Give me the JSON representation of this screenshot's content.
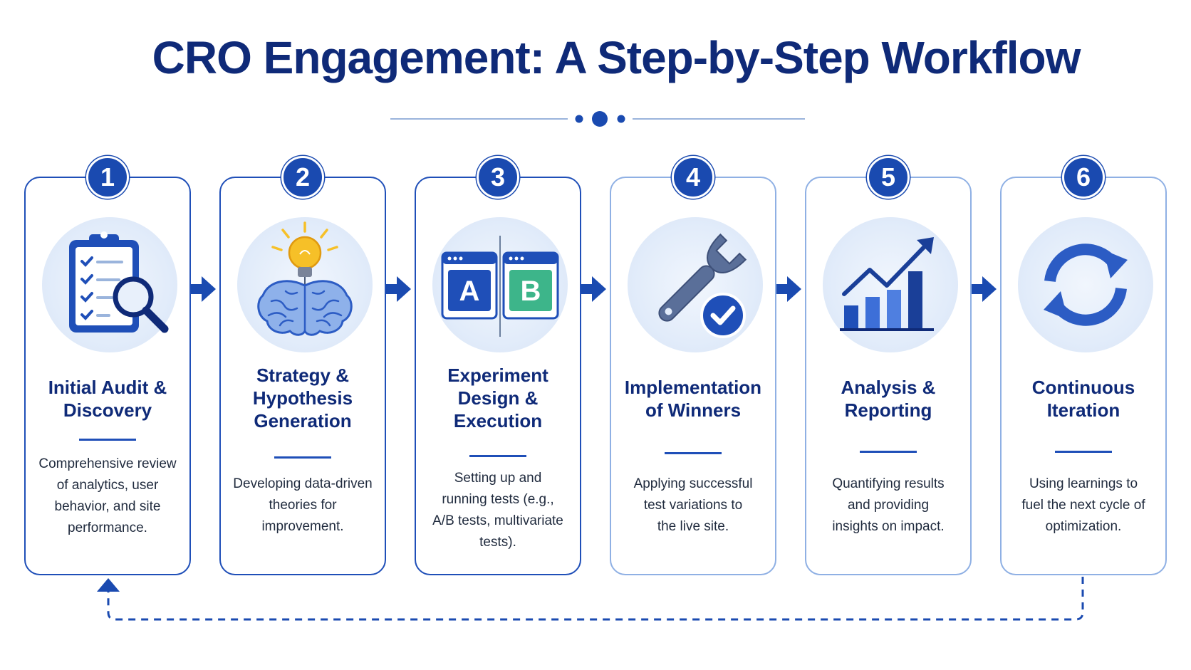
{
  "title": "CRO Engagement: A Step-by-Step Workflow",
  "steps": [
    {
      "number": "1",
      "title_lines": [
        "Initial Audit &",
        "Discovery"
      ],
      "desc_lines": [
        "Comprehensive review",
        "of analytics, user",
        "behavior, and site",
        "performance."
      ],
      "icon": "clipboard-magnifier-icon"
    },
    {
      "number": "2",
      "title_lines": [
        "Strategy &",
        "Hypothesis",
        "Generation"
      ],
      "desc_lines": [
        "Developing data-driven",
        "theories for",
        "improvement."
      ],
      "icon": "lightbulb-brain-icon"
    },
    {
      "number": "3",
      "title_lines": [
        "Experiment",
        "Design &",
        "Execution"
      ],
      "desc_lines": [
        "Setting up and",
        "running tests (e.g.,",
        "A/B tests, multivariate",
        "tests)."
      ],
      "icon": "ab-test-icon"
    },
    {
      "number": "4",
      "title_lines": [
        "Implementation",
        "of Winners"
      ],
      "desc_lines": [
        "Applying successful",
        "test variations to",
        "the live site."
      ],
      "icon": "wrench-check-icon"
    },
    {
      "number": "5",
      "title_lines": [
        "Analysis &",
        "Reporting"
      ],
      "desc_lines": [
        "Quantifying results",
        "and providing",
        "insights on impact."
      ],
      "icon": "bar-chart-trend-icon"
    },
    {
      "number": "6",
      "title_lines": [
        "Continuous",
        "Iteration"
      ],
      "desc_lines": [
        "Using learnings to",
        "fuel the next cycle of",
        "optimization."
      ],
      "icon": "refresh-cycle-icon"
    }
  ],
  "icon_labels": {
    "variant_a": "A",
    "variant_b": "B"
  },
  "colors": {
    "navy": "#0f2a78",
    "primary_blue": "#1a4ab0",
    "light_blue": "#d7e4f6",
    "green": "#3db58a",
    "yellow": "#f6c028"
  }
}
